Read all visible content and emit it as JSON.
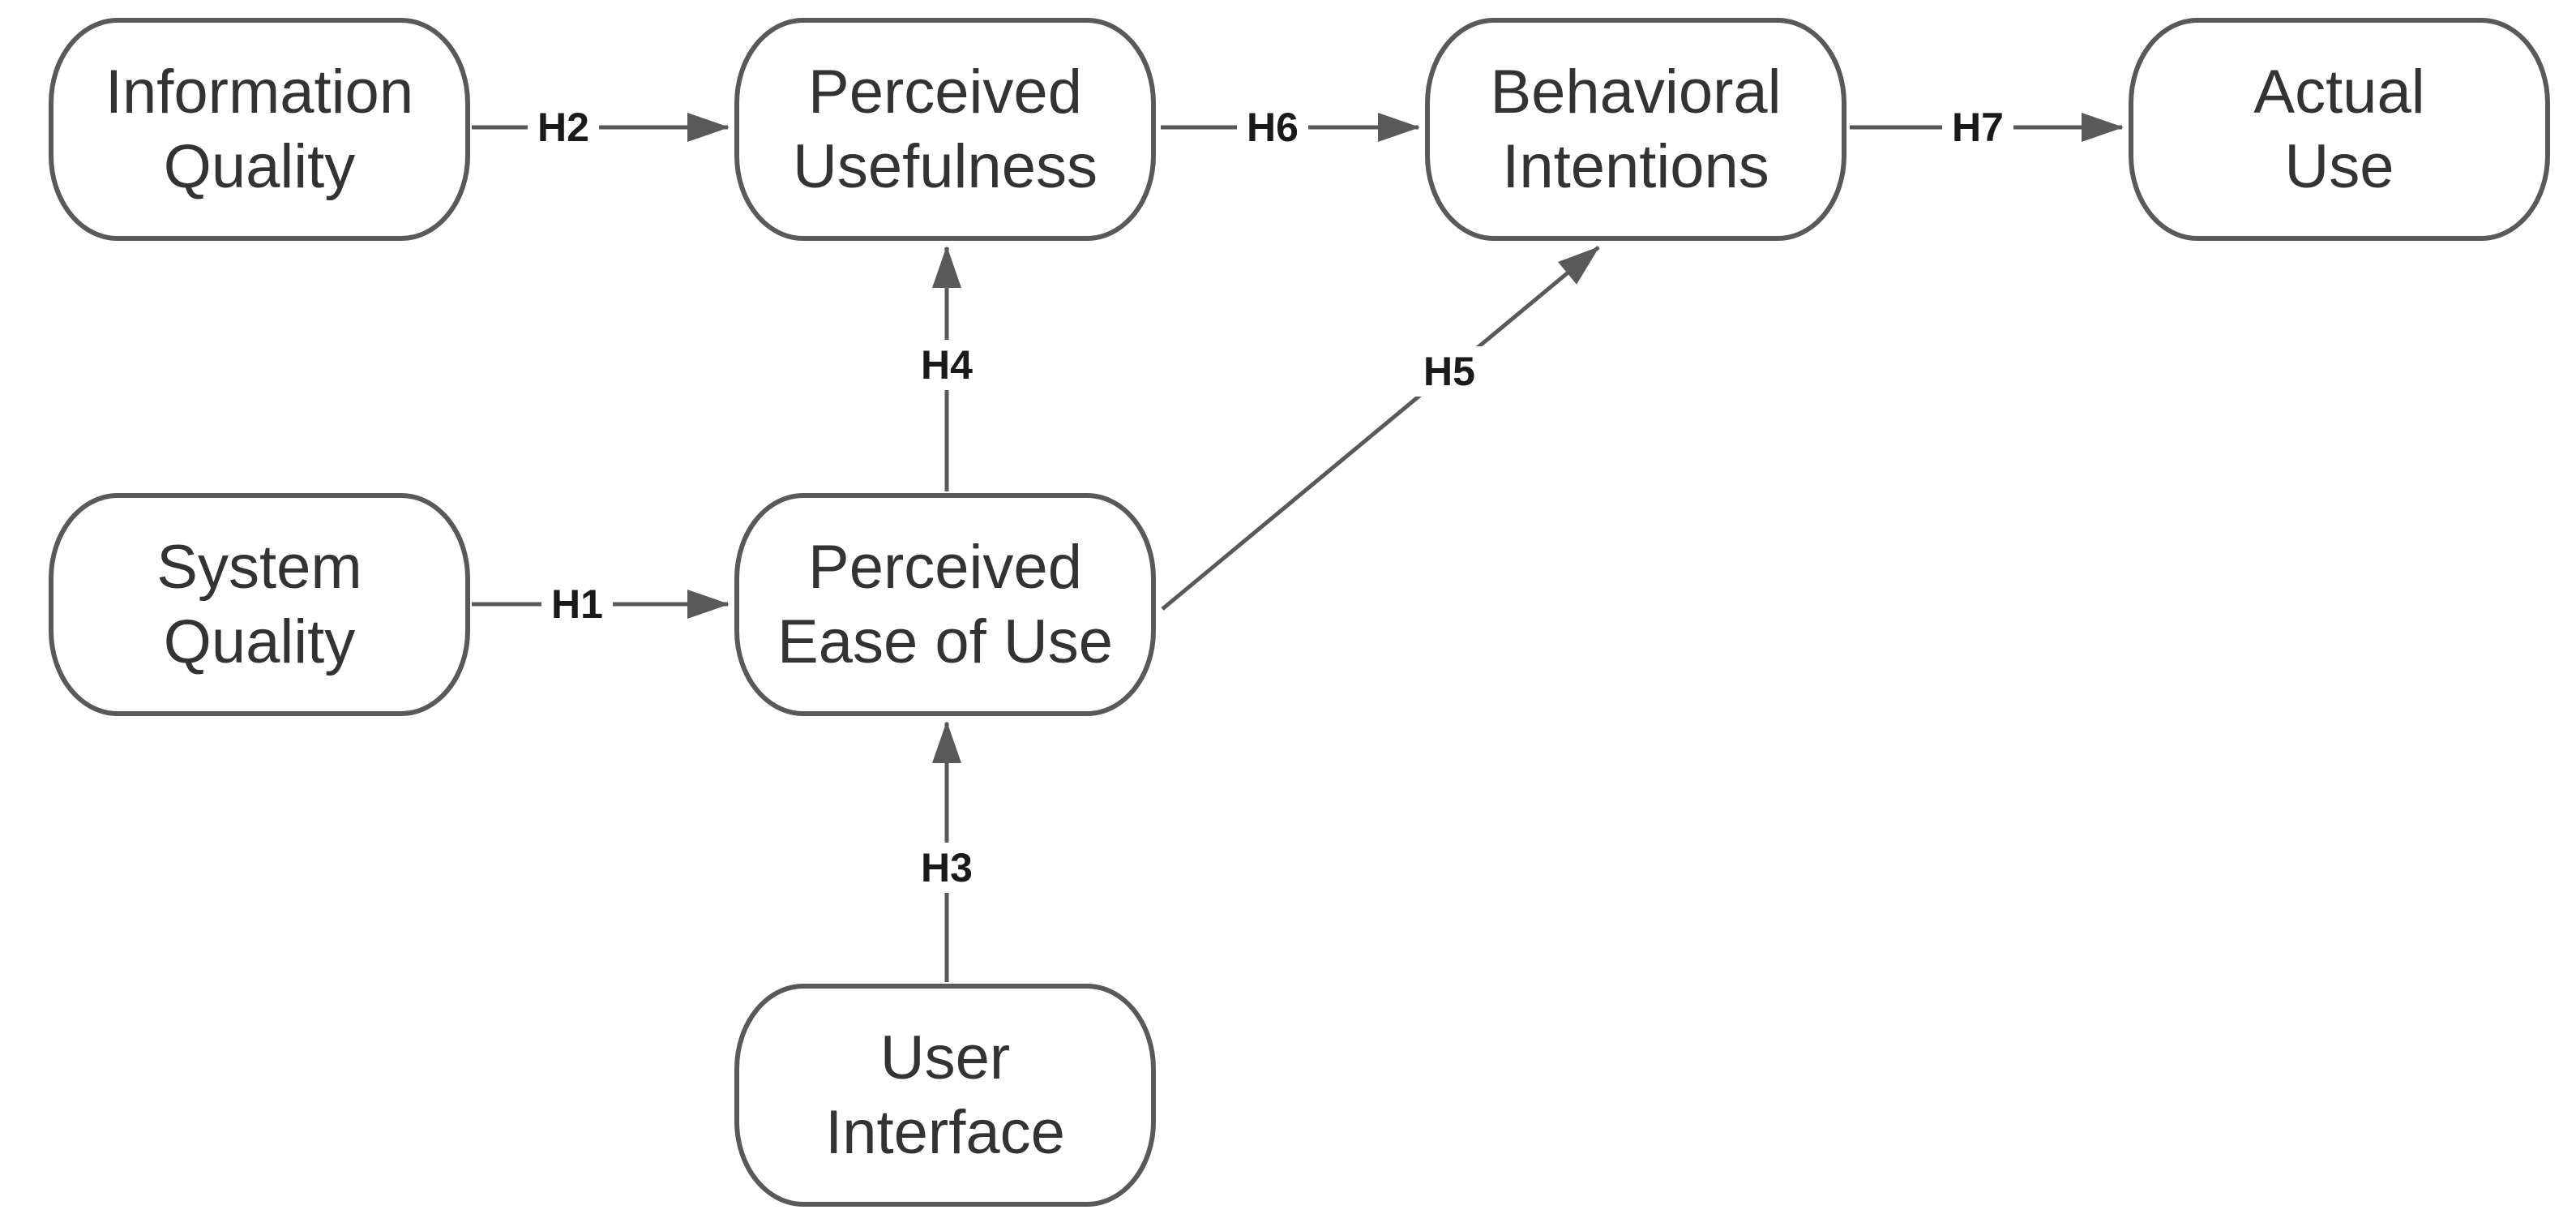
{
  "diagram": {
    "nodes": [
      {
        "id": "information-quality",
        "lines": [
          "Information",
          "Quality"
        ]
      },
      {
        "id": "perceived-usefulness",
        "lines": [
          "Perceived",
          "Usefulness"
        ]
      },
      {
        "id": "behavioral-intentions",
        "lines": [
          "Behavioral",
          "Intentions"
        ]
      },
      {
        "id": "actual-use",
        "lines": [
          "Actual",
          "Use"
        ]
      },
      {
        "id": "system-quality",
        "lines": [
          "System",
          "Quality"
        ]
      },
      {
        "id": "perceived-ease-of-use",
        "lines": [
          "Perceived",
          "Ease of Use"
        ]
      },
      {
        "id": "user-interface",
        "lines": [
          "User",
          "Interface"
        ]
      }
    ],
    "edges": [
      {
        "label": "H1",
        "from": "system-quality",
        "to": "perceived-ease-of-use"
      },
      {
        "label": "H2",
        "from": "information-quality",
        "to": "perceived-usefulness"
      },
      {
        "label": "H3",
        "from": "user-interface",
        "to": "perceived-ease-of-use"
      },
      {
        "label": "H4",
        "from": "perceived-ease-of-use",
        "to": "perceived-usefulness"
      },
      {
        "label": "H5",
        "from": "perceived-ease-of-use",
        "to": "behavioral-intentions"
      },
      {
        "label": "H6",
        "from": "perceived-usefulness",
        "to": "behavioral-intentions"
      },
      {
        "label": "H7",
        "from": "behavioral-intentions",
        "to": "actual-use"
      }
    ]
  },
  "colors": {
    "background": "#ffffff",
    "node_fill": "#ffffff",
    "stroke": "#595959",
    "node_text": "#333333",
    "edge_label_text": "#1a1a1a"
  }
}
